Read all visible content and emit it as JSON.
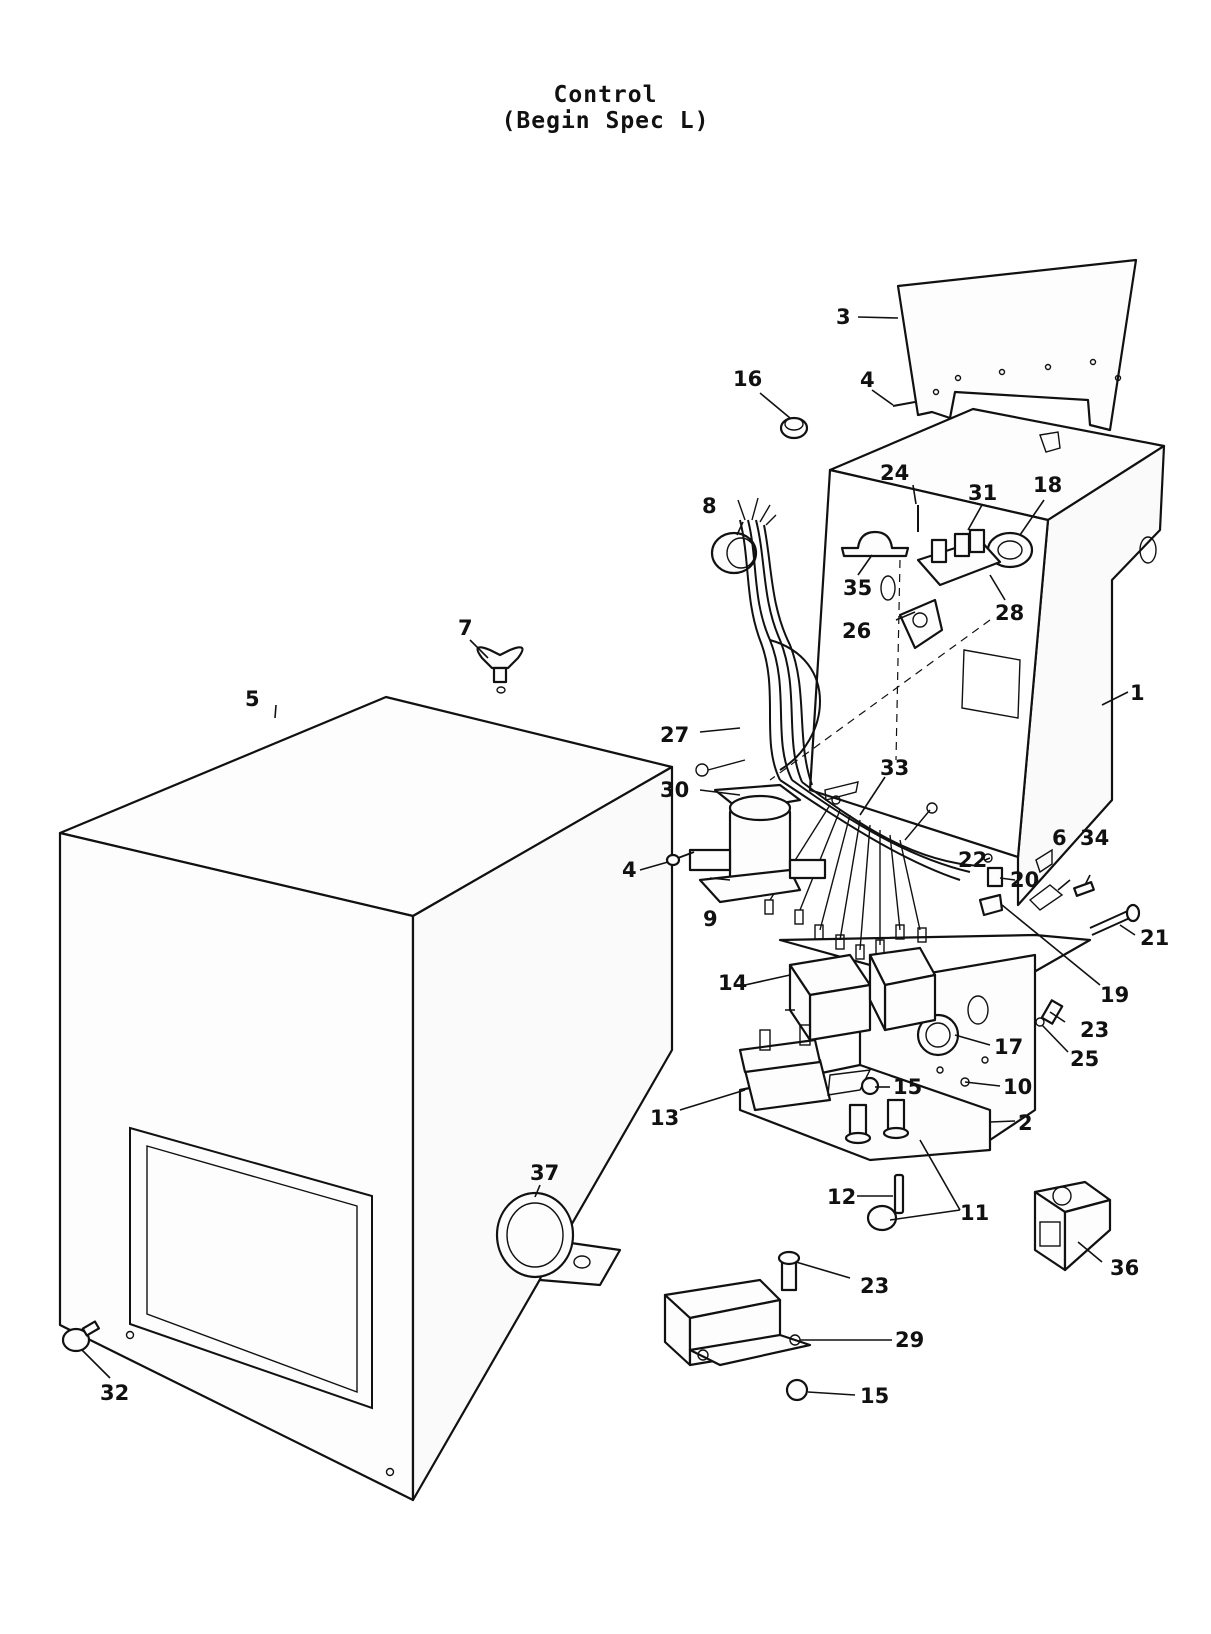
{
  "title": "Control",
  "subtitle": "(Begin Spec L)",
  "callouts": [
    {
      "id": "c1",
      "text": "1"
    },
    {
      "id": "c2",
      "text": "2"
    },
    {
      "id": "c3",
      "text": "3"
    },
    {
      "id": "c4a",
      "text": "4"
    },
    {
      "id": "c4b",
      "text": "4"
    },
    {
      "id": "c5",
      "text": "5"
    },
    {
      "id": "c6",
      "text": "6"
    },
    {
      "id": "c7",
      "text": "7"
    },
    {
      "id": "c8",
      "text": "8"
    },
    {
      "id": "c9",
      "text": "9"
    },
    {
      "id": "c10",
      "text": "10"
    },
    {
      "id": "c11",
      "text": "11"
    },
    {
      "id": "c12",
      "text": "12"
    },
    {
      "id": "c13",
      "text": "13"
    },
    {
      "id": "c14",
      "text": "14"
    },
    {
      "id": "c15a",
      "text": "15"
    },
    {
      "id": "c15b",
      "text": "15"
    },
    {
      "id": "c16",
      "text": "16"
    },
    {
      "id": "c17",
      "text": "17"
    },
    {
      "id": "c18",
      "text": "18"
    },
    {
      "id": "c19",
      "text": "19"
    },
    {
      "id": "c20",
      "text": "20"
    },
    {
      "id": "c21",
      "text": "21"
    },
    {
      "id": "c22",
      "text": "22"
    },
    {
      "id": "c23a",
      "text": "23"
    },
    {
      "id": "c23b",
      "text": "23"
    },
    {
      "id": "c24",
      "text": "24"
    },
    {
      "id": "c25",
      "text": "25"
    },
    {
      "id": "c26",
      "text": "26"
    },
    {
      "id": "c27",
      "text": "27"
    },
    {
      "id": "c28",
      "text": "28"
    },
    {
      "id": "c29",
      "text": "29"
    },
    {
      "id": "c30",
      "text": "30"
    },
    {
      "id": "c31",
      "text": "31"
    },
    {
      "id": "c32",
      "text": "32"
    },
    {
      "id": "c33",
      "text": "33"
    },
    {
      "id": "c34",
      "text": "34"
    },
    {
      "id": "c35",
      "text": "35"
    },
    {
      "id": "c36",
      "text": "36"
    },
    {
      "id": "c37",
      "text": "37"
    }
  ]
}
